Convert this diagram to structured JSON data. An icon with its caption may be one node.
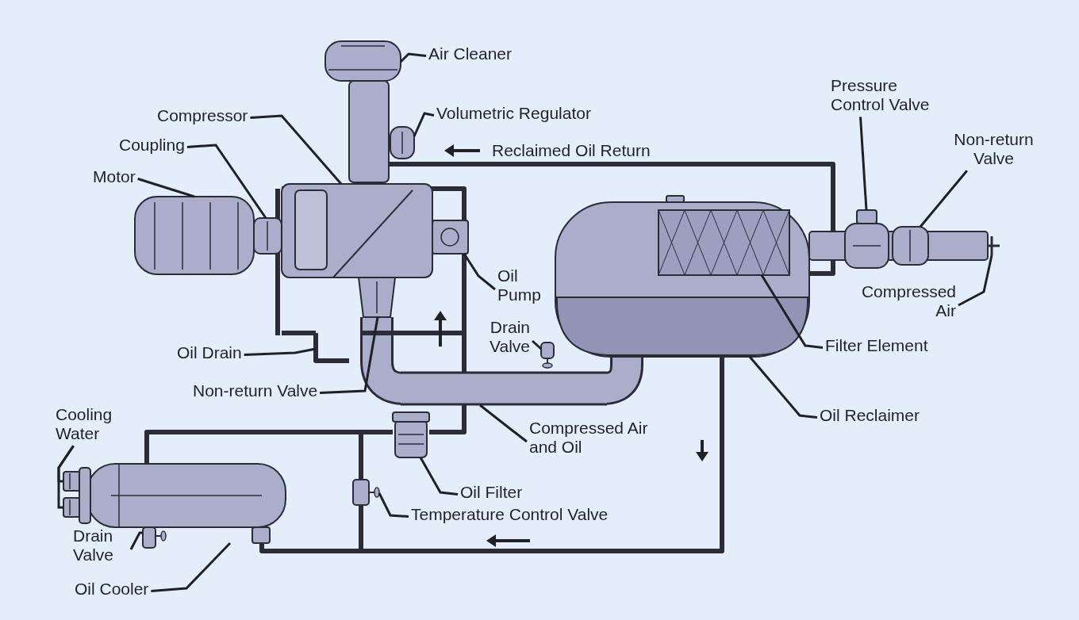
{
  "diagram": {
    "nodes": [
      {
        "text": [
          "Air Cleaner"
        ]
      },
      {
        "text": [
          "Compressor"
        ]
      },
      {
        "text": [
          "Volumetric Regulator"
        ]
      },
      {
        "text": [
          "Pressure Control Valve"
        ]
      },
      {
        "text": [
          "Coupling"
        ]
      },
      {
        "text": [
          "Non-return Valve"
        ]
      },
      {
        "text": [
          "Motor"
        ]
      },
      {
        "text": [
          "Oil Pump"
        ]
      },
      {
        "text": [
          "Compressed Air"
        ]
      },
      {
        "text": [
          "Drain Valve"
        ]
      },
      {
        "text": [
          "Filter Element"
        ]
      },
      {
        "text": [
          "Oil Drain"
        ]
      },
      {
        "text": [
          "Non-return Valve"
        ]
      },
      {
        "text": [
          "Oil Reclaimer"
        ]
      },
      {
        "text": [
          "Cooling Water"
        ]
      },
      {
        "text": [
          "Compressed Air and Oil"
        ]
      },
      {
        "text": [
          "Oil Filter"
        ]
      },
      {
        "text": [
          "Temperature Control Valve"
        ]
      },
      {
        "text": [
          "Drain Valve"
        ]
      },
      {
        "text": [
          "Oil Cooler"
        ]
      },
      {
        "text": [],
        "shape": "picture"
      },
      {
        "text": [],
        "shape": "picture"
      },
      {
        "text": [],
        "shape": "picture"
      },
      {
        "text": [],
        "shape": "picture"
      },
      {
        "text": [],
        "shape": "picture"
      },
      {
        "text": [],
        "shape": "picture"
      },
      {
        "text": [],
        "shape": "picture"
      },
      {
        "text": [],
        "shape": "picture"
      },
      {
        "text": [],
        "shape": "picture"
      },
      {
        "text": [],
        "shape": "picture"
      },
      {
        "text": [],
        "shape": "picture"
      },
      {
        "text": [],
        "shape": "picture",
        "in": 30
      },
      {
        "text": [],
        "shape": "picture"
      },
      {
        "text": [],
        "shape": "picture"
      },
      {
        "text": [],
        "shape": "picture"
      },
      {
        "text": [],
        "shape": "picture"
      },
      {
        "text": [],
        "shape": "picture"
      },
      {
        "text": [],
        "shape": "picture"
      },
      {
        "text": [],
        "shape": "picture"
      },
      {
        "text": [],
        "shape": "picture"
      },
      {
        "text": [],
        "shape": "picture"
      }
    ],
    "edges": [
      {
        "from": 0,
        "to": 20,
        "arrow": "none"
      },
      {
        "from": 1,
        "to": 21,
        "arrow": "none"
      },
      {
        "from": 2,
        "to": 22,
        "arrow": "none"
      },
      {
        "from": 3,
        "to": 23,
        "arrow": "none"
      },
      {
        "from": 4,
        "to": 24,
        "arrow": "none"
      },
      {
        "from": 5,
        "to": 25,
        "arrow": "none"
      },
      {
        "from": 6,
        "to": 26,
        "arrow": "none"
      },
      {
        "from": 7,
        "to": 27,
        "arrow": "none"
      },
      {
        "from": 8,
        "to": 28,
        "arrow": "none"
      },
      {
        "from": 9,
        "to": 29,
        "arrow": "none"
      },
      {
        "from": 10,
        "to": 31,
        "arrow": "none"
      },
      {
        "from": 11,
        "to": 32,
        "arrow": "none"
      },
      {
        "from": 12,
        "to": 33,
        "arrow": "none"
      },
      {
        "from": 13,
        "to": 30,
        "arrow": "none"
      },
      {
        "from": 14,
        "to": 34,
        "arrow": "none"
      },
      {
        "from": 14,
        "to": 35,
        "arrow": "none"
      },
      {
        "from": 15,
        "to": 36,
        "arrow": "none"
      },
      {
        "from": 16,
        "to": 37,
        "arrow": "none"
      },
      {
        "from": 17,
        "to": 38,
        "arrow": "none"
      },
      {
        "from": 18,
        "to": 39,
        "arrow": "none"
      },
      {
        "from": 19,
        "to": 40,
        "arrow": "none"
      }
    ],
    "labels": [
      "Reclaimed Oil Return"
    ]
  }
}
